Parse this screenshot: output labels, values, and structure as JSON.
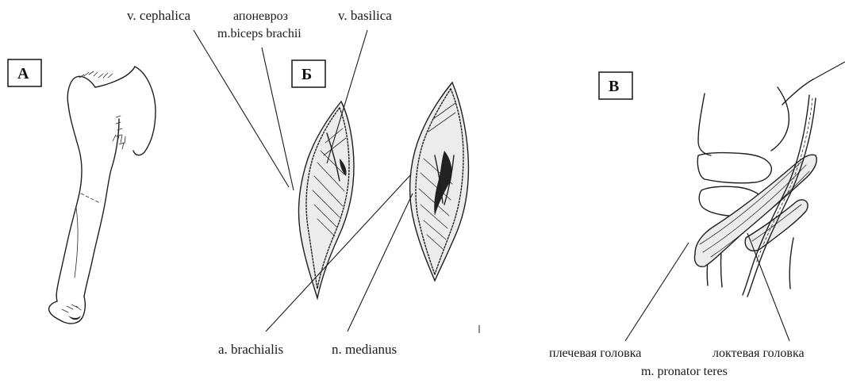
{
  "panels": {
    "a": "А",
    "b": "Б",
    "v": "В"
  },
  "labels": {
    "v_cephalica": "v. cephalica",
    "aponeurosis_line1": "апоневроз",
    "aponeurosis_line2": "m.biceps brachii",
    "v_basilica": "v. basilica",
    "a_brachialis": "a. brachialis",
    "n_medianus": "n. medianus",
    "humeral_head": "плечевая головка",
    "ulnar_head": "локтевая головка",
    "pronator_teres": "m. pronator teres"
  }
}
